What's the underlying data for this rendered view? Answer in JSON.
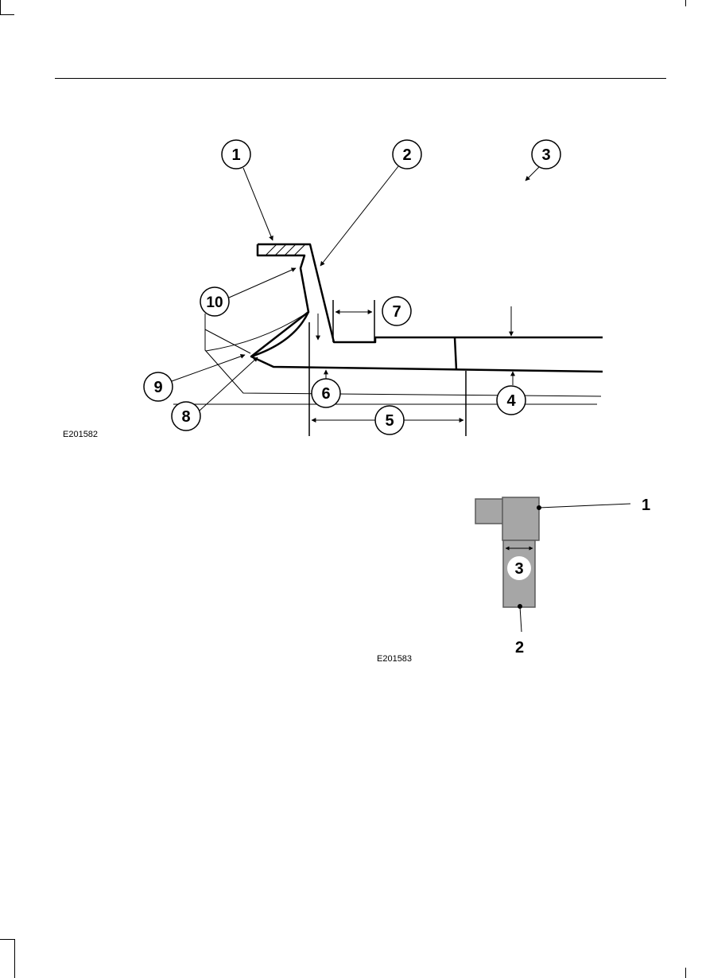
{
  "figure1": {
    "ref_code": "E201582",
    "callouts": [
      "1",
      "2",
      "3",
      "4",
      "5",
      "6",
      "7",
      "8",
      "9",
      "10"
    ]
  },
  "figure2": {
    "ref_code": "E201583",
    "labels": [
      "1",
      "2",
      "3"
    ],
    "fill_color": "#a6a6a6",
    "stroke_color": "#5a5a5a"
  }
}
